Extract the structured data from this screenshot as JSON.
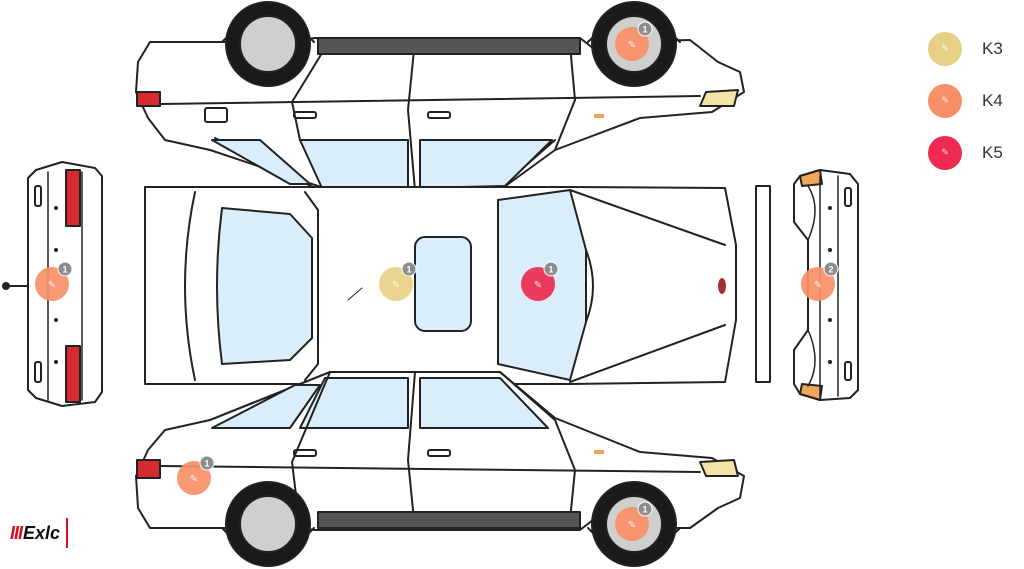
{
  "legend": {
    "items": [
      {
        "label": "K3",
        "color": "#e7cf86"
      },
      {
        "label": "K4",
        "color": "#f79068"
      },
      {
        "label": "K5",
        "color": "#ee2a50"
      }
    ]
  },
  "markers": [
    {
      "view": "top-side-rear-wheel",
      "level": "K4",
      "count": "1"
    },
    {
      "view": "rear-bumper",
      "level": "K4",
      "count": "1"
    },
    {
      "view": "roof",
      "level": "K3",
      "count": "1"
    },
    {
      "view": "hood",
      "level": "K5",
      "count": "1"
    },
    {
      "view": "front-bumper",
      "level": "K4",
      "count": "2"
    },
    {
      "view": "bottom-side-rear-panel",
      "level": "K4",
      "count": "1"
    },
    {
      "view": "bottom-side-front-wheel",
      "level": "K4",
      "count": "1"
    }
  ],
  "logo": {
    "bars": "III",
    "text": "Exlc"
  },
  "colors": {
    "outline": "#222222",
    "glass": "#d9eefa",
    "tire": "#1a1a1a",
    "rim": "#cfcfcf",
    "taillight": "#d62a33",
    "headlight": "#f3e3a6",
    "trim": "#555555",
    "badge": "#8c8c8c"
  }
}
